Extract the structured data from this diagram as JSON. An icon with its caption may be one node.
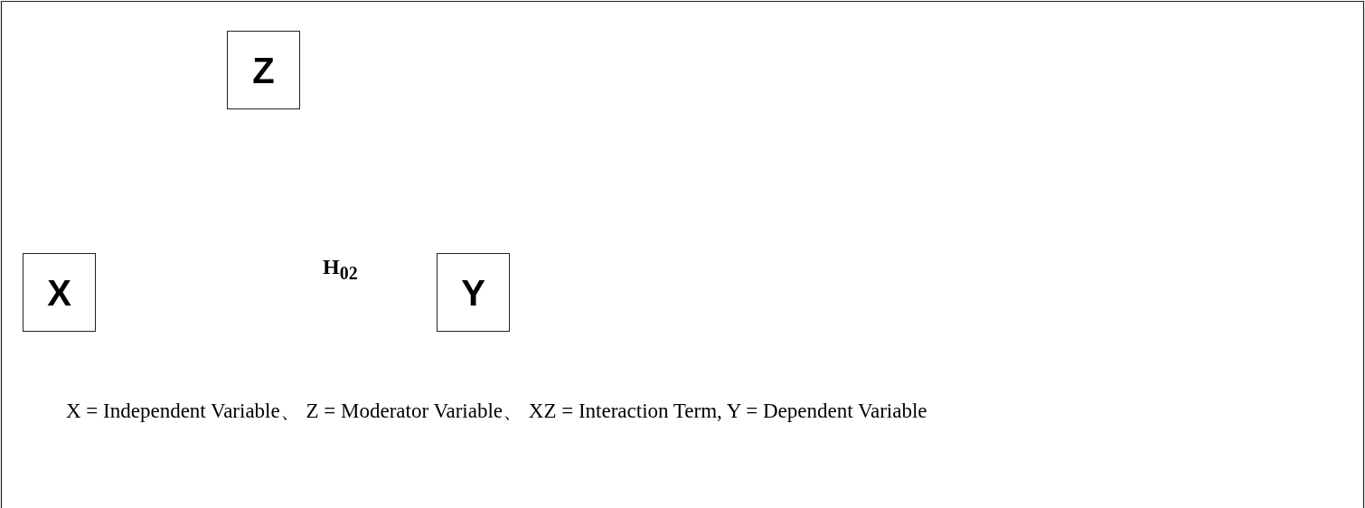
{
  "diagram": {
    "caption": "X = Independent Variable、 Z = Moderator Variable、 XZ = Interaction Term, Y = Dependent Variable",
    "nodes": [
      {
        "text": [
          "Z"
        ]
      },
      {
        "text": [
          "X"
        ]
      },
      {
        "text": [
          "Y"
        ]
      }
    ],
    "labels": [
      "H$_{02}$"
    ]
  }
}
